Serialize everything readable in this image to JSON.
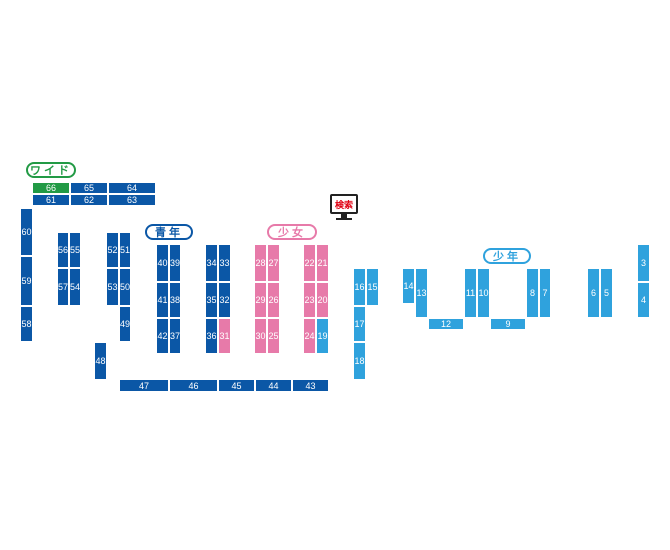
{
  "labels": {
    "wide": "ワイド",
    "seinen": "青年",
    "shojo": "少女",
    "shonen": "少年"
  },
  "kiosk": {
    "label": "検索",
    "icon": "monitor-icon"
  },
  "colors": {
    "dark": "#0b57a6",
    "pink": "#e77aa9",
    "light": "#2fa2dd",
    "green": "#229a45",
    "kiosk_text": "#e00012"
  },
  "shelves": [
    {
      "n": "66",
      "c": "green"
    },
    {
      "n": "65",
      "c": "dark"
    },
    {
      "n": "64",
      "c": "dark"
    },
    {
      "n": "61",
      "c": "dark"
    },
    {
      "n": "62",
      "c": "dark"
    },
    {
      "n": "63",
      "c": "dark"
    },
    {
      "n": "60",
      "c": "dark"
    },
    {
      "n": "59",
      "c": "dark"
    },
    {
      "n": "58",
      "c": "dark"
    },
    {
      "n": "56",
      "c": "dark"
    },
    {
      "n": "55",
      "c": "dark"
    },
    {
      "n": "57",
      "c": "dark"
    },
    {
      "n": "54",
      "c": "dark"
    },
    {
      "n": "52",
      "c": "dark"
    },
    {
      "n": "51",
      "c": "dark"
    },
    {
      "n": "53",
      "c": "dark"
    },
    {
      "n": "50",
      "c": "dark"
    },
    {
      "n": "49",
      "c": "dark"
    },
    {
      "n": "48",
      "c": "dark"
    },
    {
      "n": "40",
      "c": "dark"
    },
    {
      "n": "39",
      "c": "dark"
    },
    {
      "n": "41",
      "c": "dark"
    },
    {
      "n": "38",
      "c": "dark"
    },
    {
      "n": "42",
      "c": "dark"
    },
    {
      "n": "37",
      "c": "dark"
    },
    {
      "n": "34",
      "c": "dark"
    },
    {
      "n": "33",
      "c": "dark"
    },
    {
      "n": "35",
      "c": "dark"
    },
    {
      "n": "32",
      "c": "dark"
    },
    {
      "n": "36",
      "c": "dark"
    },
    {
      "n": "31",
      "c": "pink"
    },
    {
      "n": "28",
      "c": "pink"
    },
    {
      "n": "27",
      "c": "pink"
    },
    {
      "n": "29",
      "c": "pink"
    },
    {
      "n": "26",
      "c": "pink"
    },
    {
      "n": "30",
      "c": "pink"
    },
    {
      "n": "25",
      "c": "pink"
    },
    {
      "n": "22",
      "c": "pink"
    },
    {
      "n": "21",
      "c": "pink"
    },
    {
      "n": "23",
      "c": "pink"
    },
    {
      "n": "20",
      "c": "pink"
    },
    {
      "n": "24",
      "c": "pink"
    },
    {
      "n": "19",
      "c": "light"
    },
    {
      "n": "47",
      "c": "dark"
    },
    {
      "n": "46",
      "c": "dark"
    },
    {
      "n": "45",
      "c": "dark"
    },
    {
      "n": "44",
      "c": "dark"
    },
    {
      "n": "43",
      "c": "dark"
    },
    {
      "n": "16",
      "c": "light"
    },
    {
      "n": "15",
      "c": "light"
    },
    {
      "n": "17",
      "c": "light"
    },
    {
      "n": "18",
      "c": "light"
    },
    {
      "n": "14",
      "c": "light"
    },
    {
      "n": "13",
      "c": "light"
    },
    {
      "n": "12",
      "c": "light"
    },
    {
      "n": "11",
      "c": "light"
    },
    {
      "n": "10",
      "c": "light"
    },
    {
      "n": "9",
      "c": "light"
    },
    {
      "n": "8",
      "c": "light"
    },
    {
      "n": "7",
      "c": "light"
    },
    {
      "n": "6",
      "c": "light"
    },
    {
      "n": "5",
      "c": "light"
    },
    {
      "n": "3",
      "c": "light"
    },
    {
      "n": "4",
      "c": "light"
    }
  ]
}
